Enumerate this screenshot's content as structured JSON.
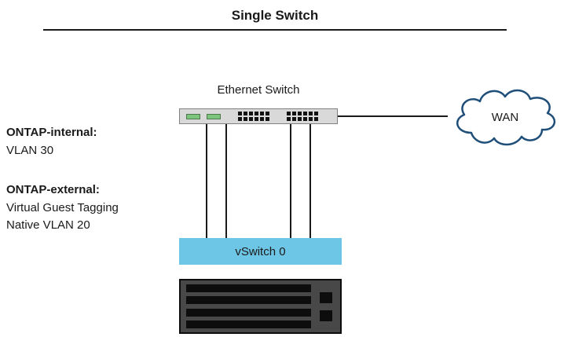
{
  "title": "Single Switch",
  "diagram": {
    "ethernet_switch_label": "Ethernet Switch",
    "wan_label": "WAN",
    "vswitch_label": "vSwitch 0"
  },
  "annotations": {
    "internal_title": "ONTAP-internal:",
    "internal_value": "VLAN 30",
    "external_title": "ONTAP-external:",
    "external_line1": "Virtual Guest Tagging",
    "external_line2": "Native VLAN 20"
  },
  "colors": {
    "vswitch_fill": "#6ec6e6",
    "cloud_stroke": "#1f4e79",
    "switch_fill": "#d9d9d9",
    "port_green": "#7dc47d",
    "server_fill": "#484848"
  }
}
